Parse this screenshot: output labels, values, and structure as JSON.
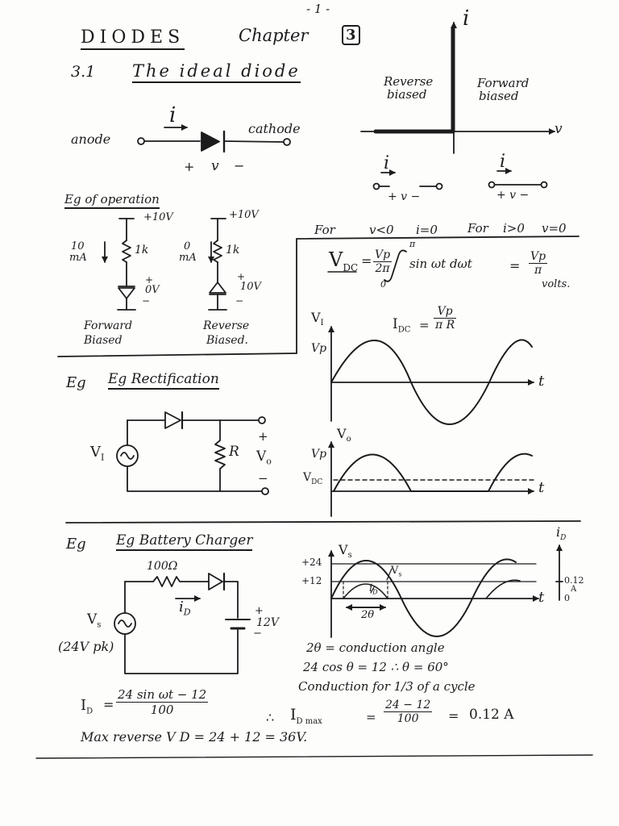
{
  "page": {
    "number": "- 1 -"
  },
  "heading": {
    "title": "DIODES",
    "chapter": "Chapter",
    "chapter_num": "3"
  },
  "section": {
    "number": "3.1",
    "title": "The ideal diode"
  },
  "ideal_diode": {
    "current": "i",
    "anode": "anode",
    "cathode": "cathode",
    "plus": "+",
    "voltage": "v",
    "minus": "−"
  },
  "iv_char": {
    "i_axis": "i",
    "v_axis": "v",
    "reverse_1": "Reverse",
    "reverse_2": "biased",
    "forward_1": "Forward",
    "forward_2": "biased",
    "open_i": "i",
    "open_v": "+ v −",
    "short_i": "i",
    "short_v": "+ v −"
  },
  "operation": {
    "title": "Eg of operation",
    "left": {
      "supply": "+10V",
      "current": "10",
      "current_unit": "mA",
      "resistor": "1k",
      "plus": "+",
      "volt": "0V",
      "minus": "−",
      "cap_1": "Forward",
      "cap_2": "Biased"
    },
    "right": {
      "supply": "+10V",
      "current": "0",
      "current_unit": "mA",
      "resistor": "1k",
      "plus": "+",
      "volt": "10V",
      "minus": "−",
      "cap_1": "Reverse",
      "cap_2": "Biased."
    }
  },
  "conditions": {
    "text_1": "For",
    "text_2": "v<0",
    "text_3": "i=0",
    "text_4": "For",
    "text_5": "i>0",
    "text_6": "v=0"
  },
  "vdc_formula": {
    "lhs": "V",
    "lhs_sub": "DC",
    "eq": "=",
    "coef_num": "Vp",
    "coef_den": "2π",
    "int_top": "π",
    "int_bot": "0",
    "integrand": "sin ωt  dωt",
    "eq2": "=",
    "res_num": "Vp",
    "res_den": "π",
    "units": "volts."
  },
  "idc_formula": {
    "lhs": "I",
    "lhs_sub": "DC",
    "eq": "=",
    "num": "Vp",
    "den": "π R"
  },
  "rectification": {
    "title": "Eg Rectification",
    "source": "V",
    "source_sub": "I",
    "resistor": "R",
    "out_plus": "+",
    "out": "V",
    "out_sub": "o",
    "out_minus": "−"
  },
  "input_wave": {
    "y_label": "V",
    "y_sub": "I",
    "peak": "Vp",
    "x_label": "t"
  },
  "output_wave": {
    "y_label": "V",
    "y_sub": "o",
    "peak": "Vp",
    "dc": "V",
    "dc_sub": "DC",
    "x_label": "t"
  },
  "charger": {
    "title": "Eg Battery Charger",
    "resistor": "100Ω",
    "current": "i",
    "current_sub": "D",
    "source": "V",
    "source_sub": "s",
    "source_spec": "(24V pk)",
    "bat_plus": "+",
    "bat_val": "12V",
    "bat_minus": "−"
  },
  "charger_wave": {
    "y_label": "V",
    "y_sub": "s",
    "tick_24": "+24",
    "tick_12": "+12",
    "curve_vs": "V",
    "curve_vs_sub": "s",
    "curve_id": "i",
    "curve_id_sub": "D",
    "angle": "2θ",
    "x_label": "t",
    "id_axis": "i",
    "id_axis_sub": "D",
    "id_val": "0.12",
    "id_unit": "A",
    "id_zero": "0"
  },
  "notes": {
    "line1": "2θ = conduction angle",
    "line2": "24 cos θ = 12    ∴ θ = 60°",
    "line3": "Conduction  for  1/3  of  a  cycle"
  },
  "id_formula": {
    "lhs": "I",
    "lhs_sub": "D",
    "eq": "=",
    "num": "24 sin ωt − 12",
    "den": "100"
  },
  "idmax_formula": {
    "therefore": "∴",
    "lhs": "I",
    "lhs_sub": "D max",
    "eq": "=",
    "num": "24 − 12",
    "den": "100",
    "eq2": "=",
    "result": "0.12 A"
  },
  "max_reverse": "Max reverse  V D = 24 + 12 = 36V."
}
